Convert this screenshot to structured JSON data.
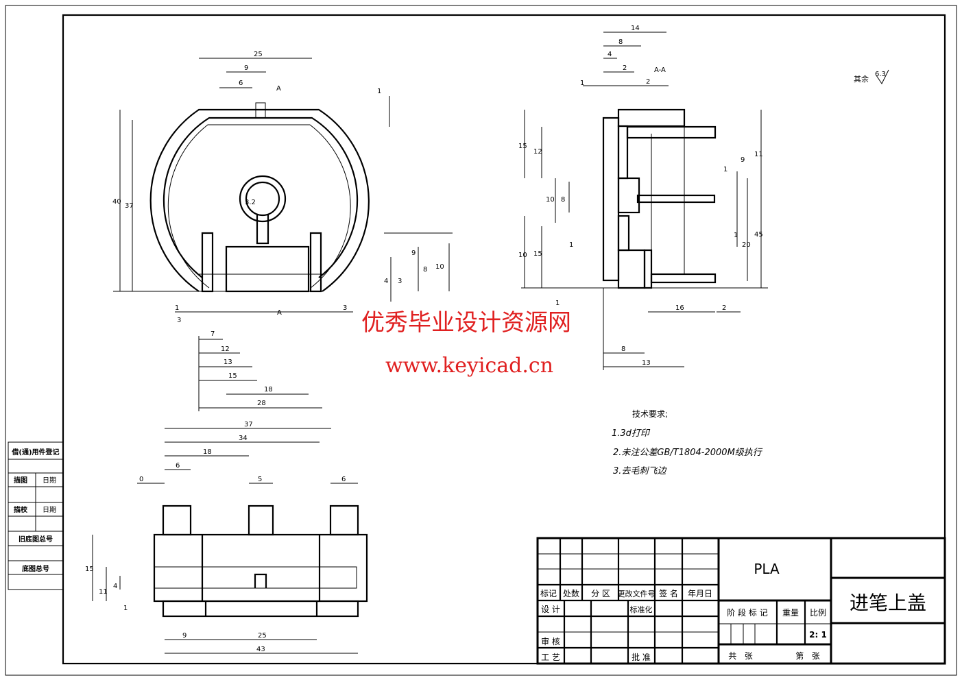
{
  "side_register": {
    "borrow": "借(通)用件登记",
    "draw": "描图",
    "date1": "日期",
    "check": "描校",
    "date2": "日期",
    "old_no": "旧底图总号",
    "base_no": "底图总号"
  },
  "front_view": {
    "section_mark": "A",
    "dims": [
      "25",
      "9",
      "6",
      "1",
      "40",
      "37",
      "3.2",
      "9",
      "8",
      "10",
      "4",
      "3",
      "1",
      "3",
      "7",
      "12",
      "13",
      "15",
      "18",
      "28",
      "3",
      "A"
    ]
  },
  "side_view": {
    "title": "A-A",
    "dims": [
      "14",
      "8",
      "4",
      "2",
      "1",
      "2",
      "15",
      "12",
      "9",
      "11",
      "1",
      "10",
      "8",
      "1",
      "20",
      "10",
      "15",
      "1",
      "1",
      "16",
      "2",
      "8",
      "13",
      "45"
    ]
  },
  "bottom_view": {
    "dims": [
      "37",
      "34",
      "18",
      "6",
      "5",
      "6",
      "0",
      "15",
      "11",
      "4",
      "1",
      "9",
      "25",
      "43"
    ]
  },
  "roughness": {
    "label": "其余",
    "value": "6.3"
  },
  "tech_req": {
    "title": "技术要求;",
    "items": [
      "1.3d打印",
      "2.未注公差GB/T1804-2000M级执行",
      "3.去毛刺飞边"
    ]
  },
  "title_block": {
    "headers": [
      "标记",
      "处数",
      "分 区",
      "更改文件号",
      "签 名",
      "年月日"
    ],
    "design": "设 计",
    "standard": "标准化",
    "review": "审 核",
    "process": "工 艺",
    "approve": "批 准",
    "material": "PLA",
    "stage": "阶 段 标 记",
    "weight": "重量",
    "scale_label": "比例",
    "scale": "2: 1",
    "total": "共   张",
    "sheet": "第   张",
    "part_name": "进笔上盖"
  },
  "watermark": {
    "cn": "优秀毕业设计资源网",
    "url": "www.keyicad.cn"
  }
}
